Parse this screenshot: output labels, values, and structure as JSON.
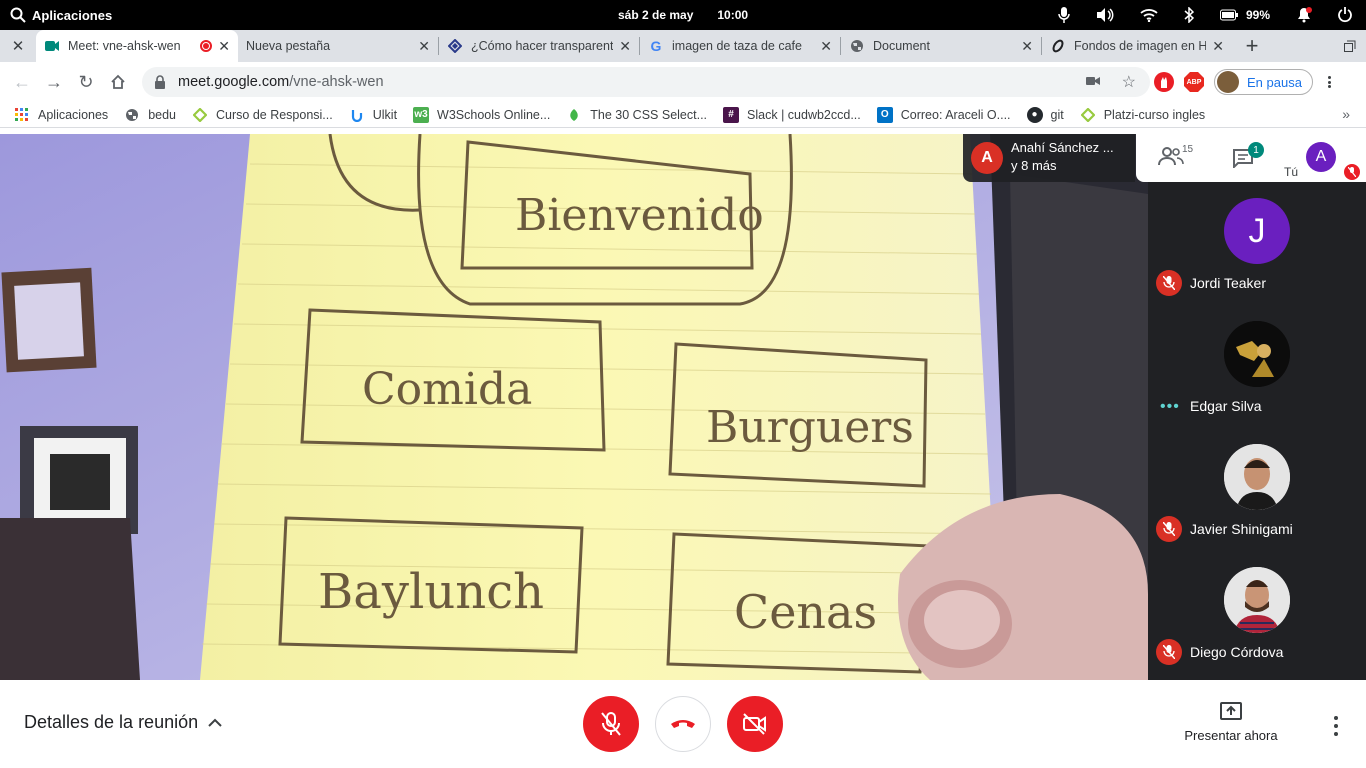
{
  "system_bar": {
    "apps_label": "Aplicaciones",
    "date": "sáb  2 de may",
    "time": "10:00",
    "battery": "99%"
  },
  "tabs": [
    {
      "title": "Meet: vne-ahsk-wen",
      "active": true,
      "icon": "meet-icon",
      "recording": true
    },
    {
      "title": "Nueva pestaña",
      "active": false,
      "icon": "none"
    },
    {
      "title": "¿Cómo hacer transparente",
      "active": false,
      "icon": "codepen-like-icon"
    },
    {
      "title": "imagen de taza de cafe",
      "active": false,
      "icon": "google-icon"
    },
    {
      "title": "Document",
      "active": false,
      "icon": "globe-icon"
    },
    {
      "title": "Fondos de imagen en HTML",
      "active": false,
      "icon": "link-icon"
    }
  ],
  "address": {
    "host": "meet.google.com",
    "path": "/vne-ahsk-wen",
    "profile_status": "En pausa"
  },
  "bookmarks": [
    {
      "label": "Aplicaciones",
      "icon": "apps-grid-icon"
    },
    {
      "label": "bedu",
      "icon": "globe-icon"
    },
    {
      "label": "Curso de Responsi...",
      "icon": "platzi-icon"
    },
    {
      "label": "Ulkit",
      "icon": "uikit-icon"
    },
    {
      "label": "W3Schools Online...",
      "icon": "w3schools-icon"
    },
    {
      "label": "The 30 CSS Select...",
      "icon": "leaf-icon"
    },
    {
      "label": "Slack | cudwb2ccd...",
      "icon": "slack-icon"
    },
    {
      "label": "Correo: Araceli O....",
      "icon": "outlook-icon"
    },
    {
      "label": "git",
      "icon": "github-icon"
    },
    {
      "label": "Platzi-curso ingles",
      "icon": "platzi-icon"
    }
  ],
  "meeting": {
    "presenter_initial": "A",
    "presenter_name": "Anahí Sánchez ...",
    "presenter_more": "y 8 más",
    "participant_count": "15",
    "chat_badge": "1",
    "self_initial": "A",
    "self_label": "Tú",
    "whiteboard_words": [
      "Bienvenido",
      "Comida",
      "Burguers",
      "Baylunch",
      "Cenas"
    ],
    "participants": [
      {
        "name": "Jordi Teaker",
        "initial": "J",
        "muted": true
      },
      {
        "name": "Edgar Silva",
        "initial": "",
        "muted": false,
        "speaking": true
      },
      {
        "name": "Javier Shinigami",
        "initial": "",
        "muted": true
      },
      {
        "name": "Diego Córdova",
        "initial": "",
        "muted": true
      }
    ]
  },
  "bottom": {
    "details_label": "Detalles de la reunión",
    "present_label": "Presentar ahora"
  },
  "colors": {
    "accent_red": "#ea1e26",
    "meet_dark": "#202124",
    "purple_avatar": "#6a1fbf",
    "link_blue": "#1a73e8"
  }
}
